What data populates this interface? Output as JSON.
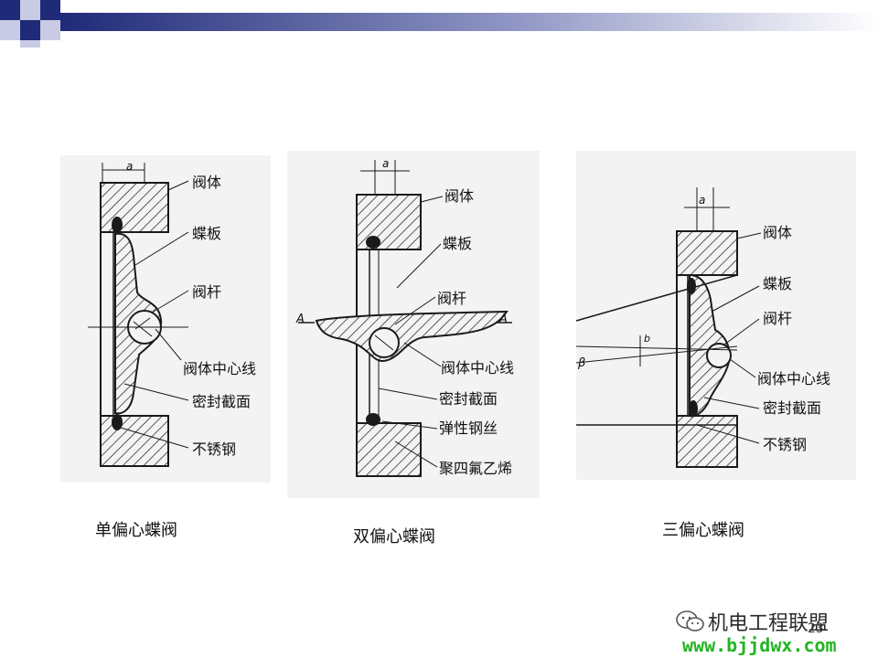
{
  "colors": {
    "bar_dark": "#1f2a78",
    "bar_light": "#ffffff",
    "panel_bg": "#f3f3f3",
    "line": "#1a1a1a",
    "watermark_green": "#22b422"
  },
  "figures": [
    {
      "id": "single-offset",
      "caption": "单偏心蝶阀",
      "dimension_label": "a",
      "labels": [
        "阀体",
        "蝶板",
        "阀杆",
        "阀体中心线",
        "密封截面",
        "不锈钢"
      ]
    },
    {
      "id": "double-offset",
      "caption": "双偏心蝶阀",
      "dimension_label": "a",
      "section_marks": [
        "A",
        "A"
      ],
      "labels": [
        "阀体",
        "蝶板",
        "阀杆",
        "阀体中心线",
        "密封截面",
        "弹性钢丝",
        "聚四氟乙烯"
      ]
    },
    {
      "id": "triple-offset",
      "caption": "三偏心蝶阀",
      "dimension_label": "a",
      "extra_marks": [
        "b",
        "β"
      ],
      "labels": [
        "阀体",
        "蝶板",
        "阀杆",
        "阀体中心线",
        "密封截面",
        "不锈钢"
      ]
    }
  ],
  "page_number": "23",
  "watermark": {
    "icon": "wechat-icon",
    "name": "机电工程联盟",
    "url": "www.bjjdwx.com"
  }
}
